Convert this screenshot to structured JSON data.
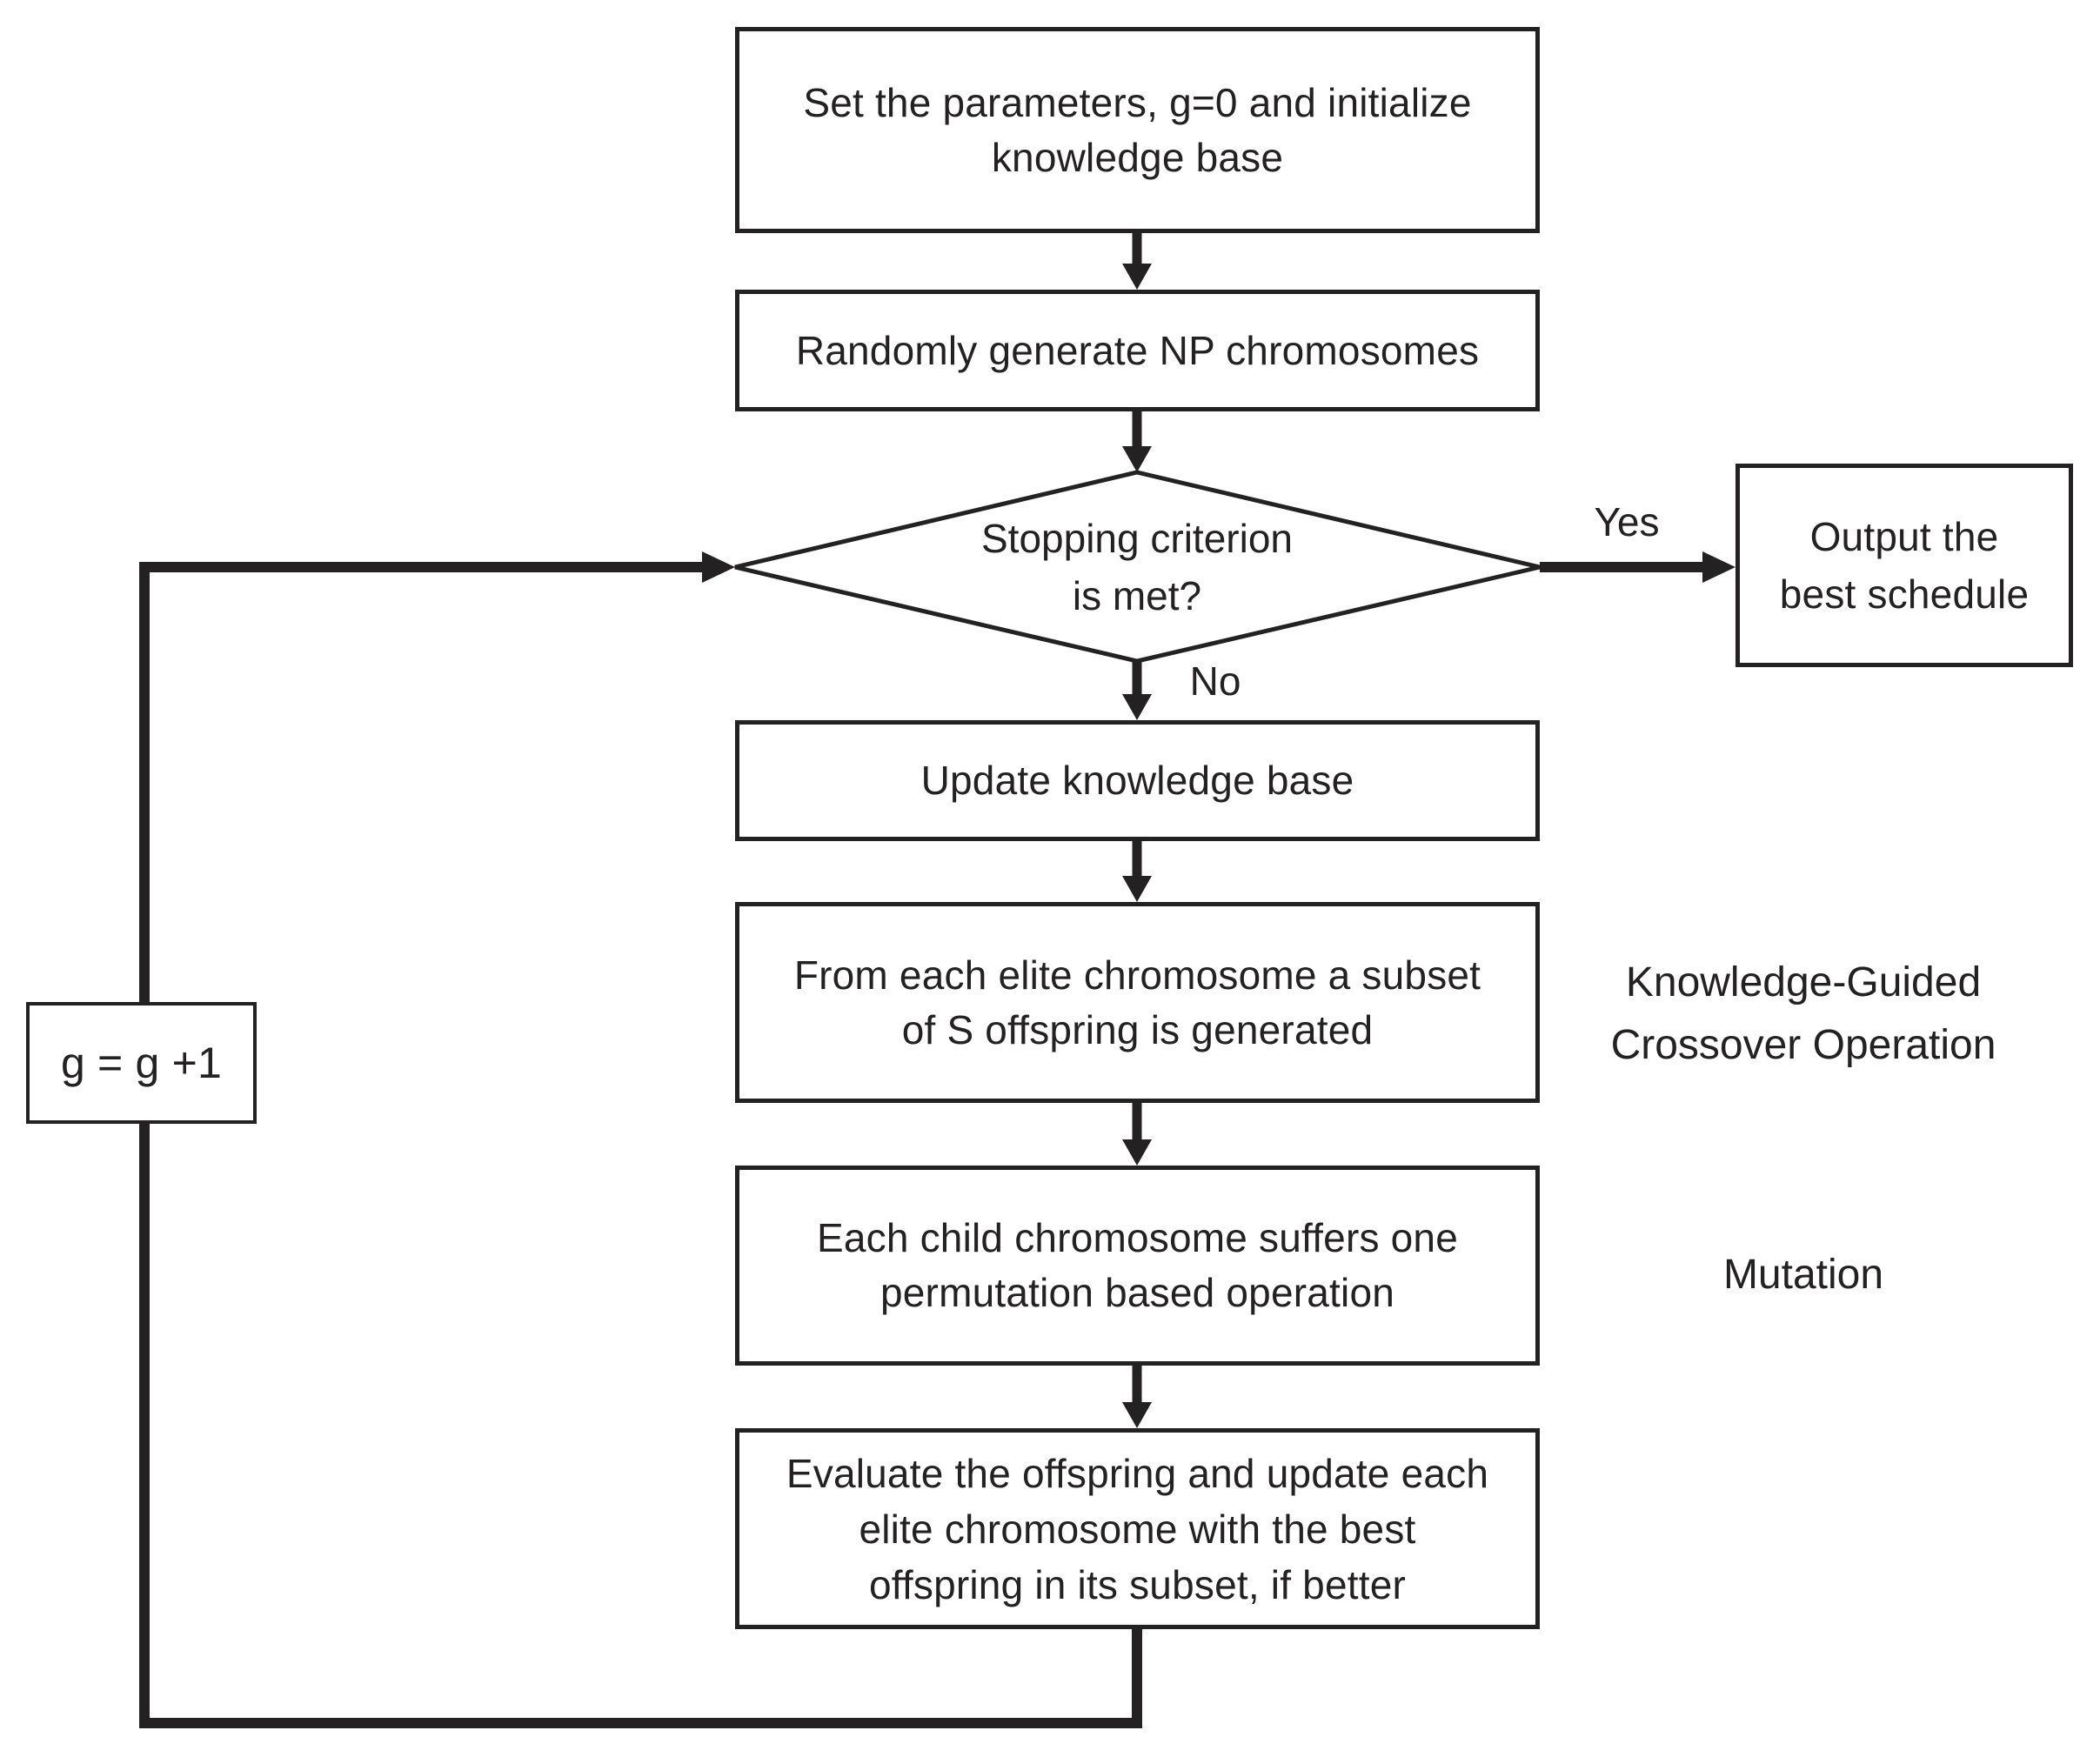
{
  "diagram": {
    "title": "Knowledge-guided genetic algorithm flowchart",
    "colors": {
      "ink": "#242122",
      "background": "#ffffff"
    },
    "nodes": {
      "init": {
        "lines": [
          "Set the parameters, g=0 and initialize",
          "knowledge base"
        ]
      },
      "random": {
        "lines": [
          "Randomly generate NP chromosomes"
        ]
      },
      "decision": {
        "lines": [
          "Stopping criterion",
          "is met?"
        ]
      },
      "output": {
        "lines": [
          "Output the",
          "best schedule"
        ]
      },
      "update": {
        "lines": [
          "Update knowledge base"
        ]
      },
      "crossover": {
        "lines": [
          "From each elite chromosome a subset",
          "of S offspring is generated"
        ]
      },
      "mutation": {
        "lines": [
          "Each child chromosome suffers one",
          "permutation based operation"
        ]
      },
      "evaluate": {
        "lines": [
          "Evaluate the offspring and update each",
          "elite chromosome with the best",
          "offspring in its subset, if better"
        ]
      },
      "increment": {
        "label": "g = g +1"
      }
    },
    "edge_labels": {
      "yes": "Yes",
      "no": "No"
    },
    "side_labels": {
      "crossover": {
        "lines": [
          "Knowledge-Guided",
          "Crossover Operation"
        ]
      },
      "mutation": {
        "lines": [
          "Mutation"
        ]
      }
    }
  }
}
